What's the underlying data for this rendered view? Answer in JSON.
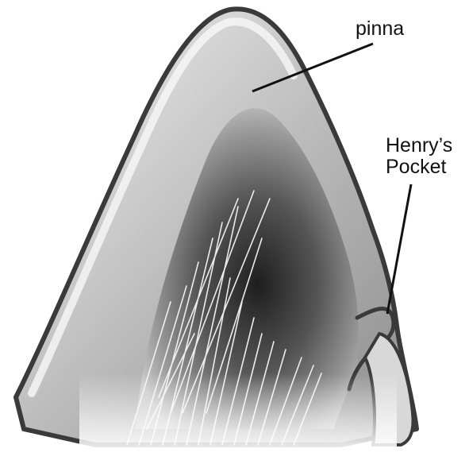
{
  "labels": {
    "pinna": "pinna",
    "henrys_pocket_line1": "Henry’s",
    "henrys_pocket_line2": "Pocket"
  },
  "colors": {
    "background": "#ffffff",
    "leader_line": "#111111",
    "ear_outline": "#3a3a3a",
    "ear_inner_dark": "#2e2e2e",
    "ear_skin": "#cfcfcf",
    "fur": "#f2f2f2"
  }
}
